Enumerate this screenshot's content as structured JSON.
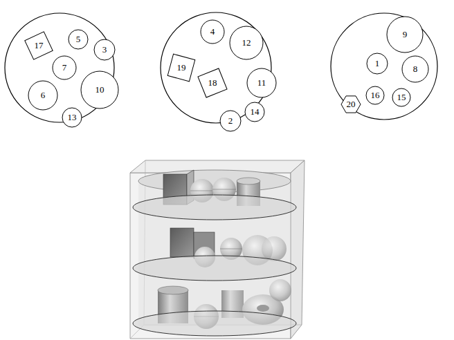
{
  "diagram": {
    "nodes": [
      {
        "text": [
          "17"
        ]
      },
      {
        "text": [
          "5"
        ]
      },
      {
        "text": [
          "3"
        ]
      },
      {
        "text": [
          "7"
        ]
      },
      {
        "text": [
          "6"
        ]
      },
      {
        "text": [
          "10"
        ]
      },
      {
        "text": [
          "13"
        ]
      },
      {
        "text": [
          "4"
        ]
      },
      {
        "text": [
          "12"
        ]
      },
      {
        "text": [
          "19"
        ]
      },
      {
        "text": [
          "18"
        ]
      },
      {
        "text": [
          "11"
        ]
      },
      {
        "text": [
          "14"
        ]
      },
      {
        "text": [
          "2"
        ]
      },
      {
        "text": [
          "9"
        ]
      },
      {
        "text": [
          "1"
        ]
      },
      {
        "text": [
          "8"
        ]
      },
      {
        "text": [
          "20"
        ]
      },
      {
        "text": [
          "16"
        ]
      },
      {
        "text": [
          "15"
        ]
      }
    ]
  }
}
